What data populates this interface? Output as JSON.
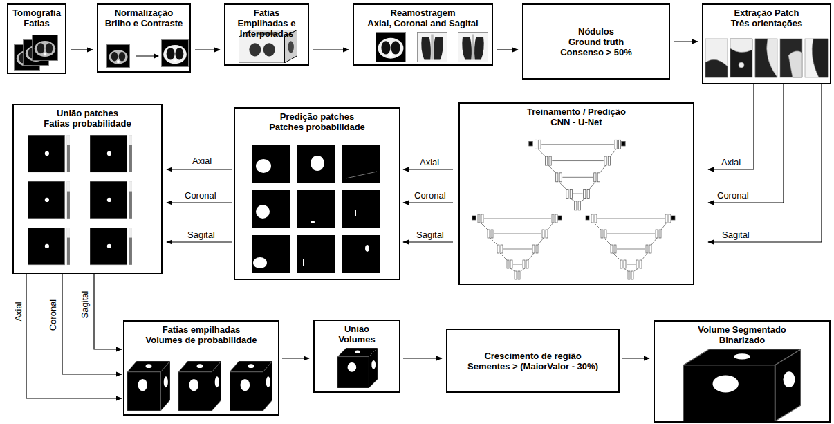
{
  "diagram": {
    "nodes": [
      {
        "text": [
          "Tomografia",
          "Fatias"
        ]
      },
      {
        "text": [
          "Normalização",
          "Brilho e Contraste"
        ]
      },
      {
        "text": [
          "Fatias Empilhadas e Interpoladas"
        ]
      },
      {
        "text": [
          "Reamostragem",
          "Axial, Coronal and Sagital"
        ]
      },
      {
        "text": [
          "Nódulos",
          "Ground truth",
          "Consenso > 50%"
        ]
      },
      {
        "text": [
          "Extração Patch",
          "Três orientações"
        ]
      },
      {
        "text": [
          "União patches",
          "Fatias probabilidade"
        ]
      },
      {
        "text": [
          "Predição patches",
          "Patches probabilidade"
        ]
      },
      {
        "text": [
          "Treinamento / Predição",
          "CNN - U-Net"
        ]
      },
      {
        "text": [
          "Fatias empilhadas",
          "Volumes de probabilidade"
        ]
      },
      {
        "text": [
          "União",
          "Volumes"
        ]
      },
      {
        "text": [
          "Crescimento de região",
          "Sementes > (MaiorValor - 30%)"
        ]
      },
      {
        "text": [
          "Volume Segmentado",
          "Binarizado"
        ]
      }
    ],
    "edges": [
      {
        "from": 0,
        "to": 1,
        "arrow": "to"
      },
      {
        "from": 1,
        "to": 2,
        "arrow": "to"
      },
      {
        "from": 2,
        "to": 3,
        "arrow": "to"
      },
      {
        "from": 3,
        "to": 4,
        "arrow": "to"
      },
      {
        "from": 4,
        "to": 5,
        "arrow": "to"
      },
      {
        "from": 5,
        "to": 8,
        "label": "Axial",
        "arrow": "to"
      },
      {
        "from": 5,
        "to": 8,
        "label": "Coronal",
        "arrow": "to"
      },
      {
        "from": 5,
        "to": 8,
        "label": "Sagital",
        "arrow": "to"
      },
      {
        "from": 8,
        "to": 7,
        "label": "Axial",
        "arrow": "to"
      },
      {
        "from": 8,
        "to": 7,
        "label": "Coronal",
        "arrow": "to"
      },
      {
        "from": 8,
        "to": 7,
        "label": "Sagital",
        "arrow": "to"
      },
      {
        "from": 7,
        "to": 6,
        "label": "Axial",
        "arrow": "to"
      },
      {
        "from": 7,
        "to": 6,
        "label": "Coronal",
        "arrow": "to"
      },
      {
        "from": 7,
        "to": 6,
        "label": "Sagital",
        "arrow": "to"
      },
      {
        "from": 6,
        "to": 9,
        "label": "Axial",
        "arrow": "to"
      },
      {
        "from": 6,
        "to": 9,
        "label": "Coronal",
        "arrow": "to"
      },
      {
        "from": 6,
        "to": 9,
        "label": "Sagital",
        "arrow": "to"
      },
      {
        "from": 9,
        "to": 10,
        "arrow": "to"
      },
      {
        "from": 10,
        "to": 11,
        "arrow": "to"
      },
      {
        "from": 11,
        "to": 12,
        "arrow": "to"
      }
    ]
  }
}
